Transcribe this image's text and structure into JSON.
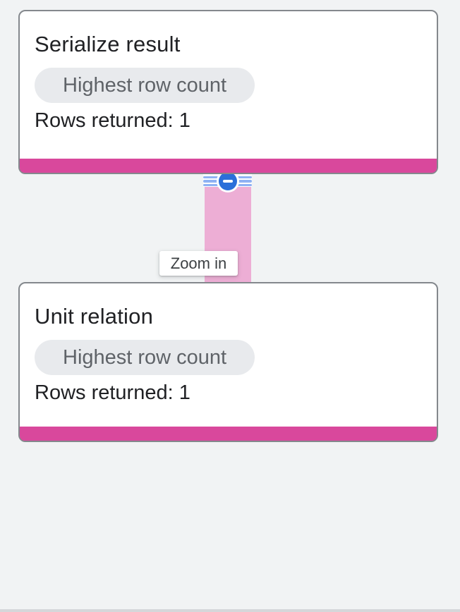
{
  "canvas": {
    "background_color": "#f1f3f4"
  },
  "nodes": [
    {
      "title": "Serialize result",
      "badge": "Highest row count",
      "stats": "Rows returned: 1",
      "accent_color": "#d9489c"
    },
    {
      "title": "Unit relation",
      "badge": "Highest row count",
      "stats": "Rows returned: 1",
      "accent_color": "#d9489c"
    }
  ],
  "edge": {
    "color": "#edaed5",
    "stripe_color": "#8fb2f3",
    "collapse_button": {
      "icon": "minus-circle-icon",
      "circle_color": "#2b6fd9",
      "glyph_color": "#ffffff"
    }
  },
  "tooltip": {
    "text": "Zoom in",
    "text_color": "#3c4043",
    "background_color": "#ffffff"
  },
  "chip": {
    "background_color": "#e8eaed",
    "text_color": "#5f6368"
  }
}
